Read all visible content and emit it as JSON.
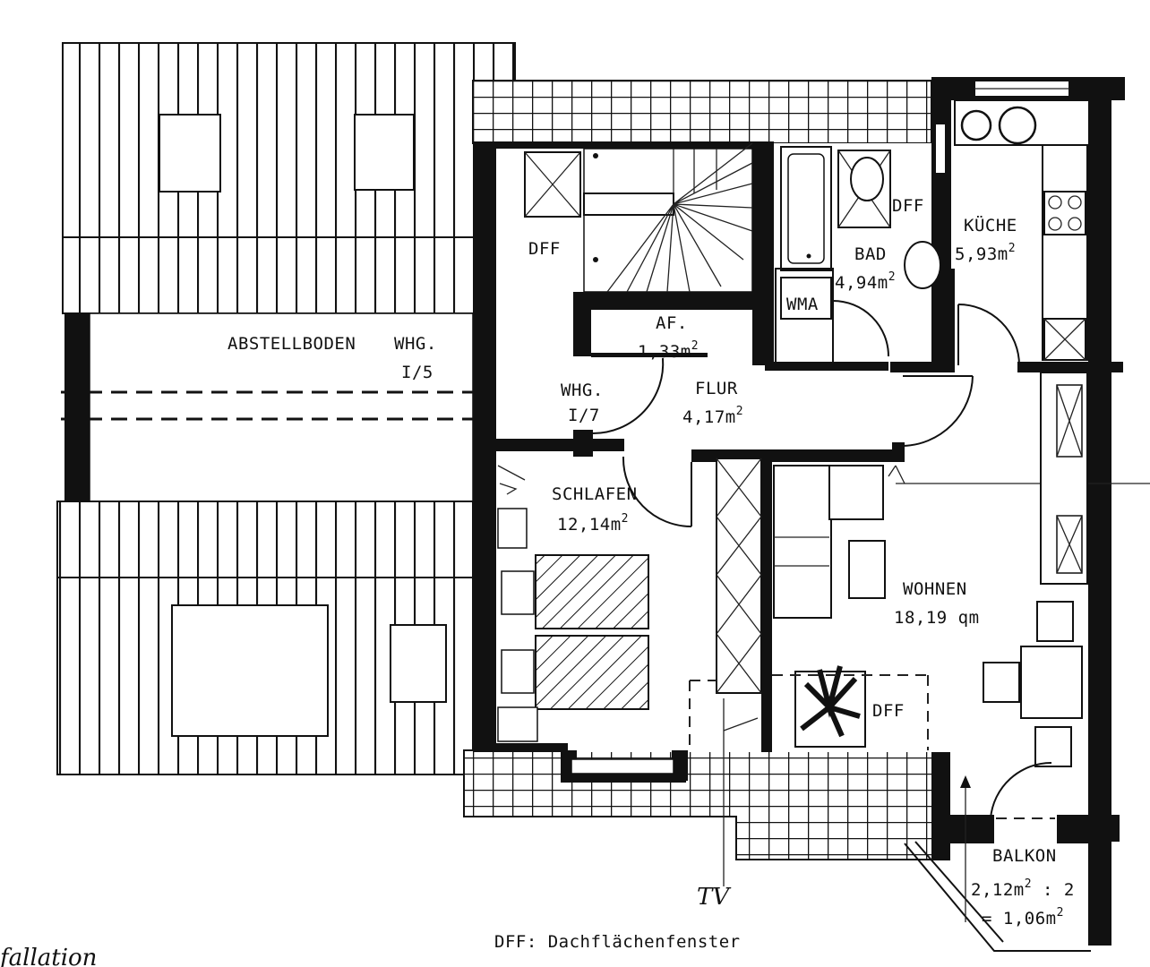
{
  "rooms": {
    "abstellboden": "ABSTELLBODEN",
    "whg_left_1": "WHG.",
    "whg_left_2": "I/5",
    "dff_stairs": "DFF",
    "af_name": "AF.",
    "af_area": "1,33m",
    "whg_mid_1": "WHG.",
    "whg_mid_2": "I/7",
    "flur_name": "FLUR",
    "flur_area": "4,17m",
    "bad_name": "BAD",
    "bad_area": "4,94m",
    "dff_bad": "DFF",
    "wma": "WMA",
    "kueche_name": "KÜCHE",
    "kueche_area": "5,93m",
    "schlafen_name": "SCHLAFEN",
    "schlafen_area": "12,14m",
    "wohnen_name": "WOHNEN",
    "wohnen_area": "18,19 qm",
    "dff_wohnen": "DFF",
    "balkon_name": "BALKON",
    "balkon_area_1": "2,12m",
    "balkon_area_sep": ":",
    "balkon_area_div": "2",
    "balkon_area_2": "= 1,06m",
    "sup2": "2"
  },
  "legend": "DFF: Dachflächenfenster",
  "handwriting": {
    "tv": "TV",
    "bottom_left": "fallation"
  }
}
